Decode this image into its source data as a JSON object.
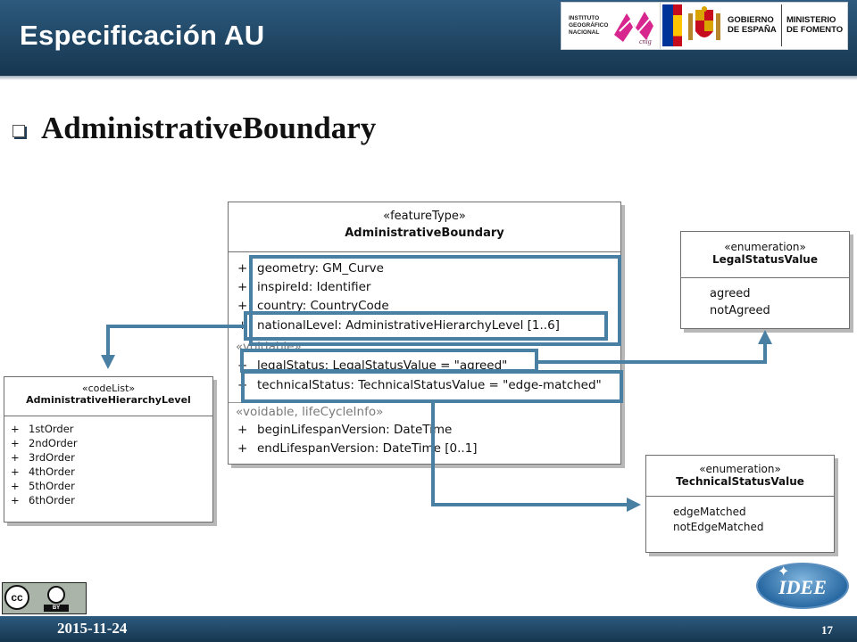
{
  "header": {
    "title": "Especificación AU",
    "logos": {
      "ign": "INSTITUTO GEOGRÁFICO NACIONAL",
      "gobierno": "GOBIERNO DE ESPAÑA",
      "ministerio": "MINISTERIO DE FOMENTO"
    }
  },
  "section": {
    "heading": "AdministrativeBoundary"
  },
  "diagram": {
    "administrative_boundary": {
      "stereotype": "«featureType»",
      "name": "AdministrativeBoundary",
      "attributes": [
        {
          "visibility": "+",
          "text": "geometry:  GM_Curve"
        },
        {
          "visibility": "+",
          "text": "inspireId:  Identifier"
        },
        {
          "visibility": "+",
          "text": "country:  CountryCode"
        },
        {
          "visibility": "+",
          "text": "nationalLevel:  AdministrativeHierarchyLevel [1..6]"
        }
      ],
      "voidable_group": "«voidable»",
      "voidable_attributes": [
        {
          "visibility": "+",
          "text": "legalStatus:  LegalStatusValue = \"agreed\""
        },
        {
          "visibility": "+",
          "text": "technicalStatus:  TechnicalStatusValue = \"edge-matched\""
        }
      ],
      "lifecycle_group": "«voidable, lifeCycleInfo»",
      "lifecycle_attributes": [
        {
          "visibility": "+",
          "text": "beginLifespanVersion:  DateTime"
        },
        {
          "visibility": "+",
          "text": "endLifespanVersion:  DateTime [0..1]"
        }
      ]
    },
    "hierarchy_level": {
      "stereotype": "«codeList»",
      "name": "AdministrativeHierarchyLevel",
      "values": [
        {
          "visibility": "+",
          "text": "1stOrder"
        },
        {
          "visibility": "+",
          "text": "2ndOrder"
        },
        {
          "visibility": "+",
          "text": "3rdOrder"
        },
        {
          "visibility": "+",
          "text": "4thOrder"
        },
        {
          "visibility": "+",
          "text": "5thOrder"
        },
        {
          "visibility": "+",
          "text": "6thOrder"
        }
      ]
    },
    "legal_status": {
      "stereotype": "«enumeration»",
      "name": "LegalStatusValue",
      "values": [
        "agreed",
        "notAgreed"
      ]
    },
    "technical_status": {
      "stereotype": "«enumeration»",
      "name": "TechnicalStatusValue",
      "values": [
        "edgeMatched",
        "notEdgeMatched"
      ]
    },
    "highlight_color": "#4a7fa4"
  },
  "footer": {
    "license_label": "BY",
    "date": "2015-11-24",
    "page_number": "17",
    "brand": "IDEE"
  }
}
